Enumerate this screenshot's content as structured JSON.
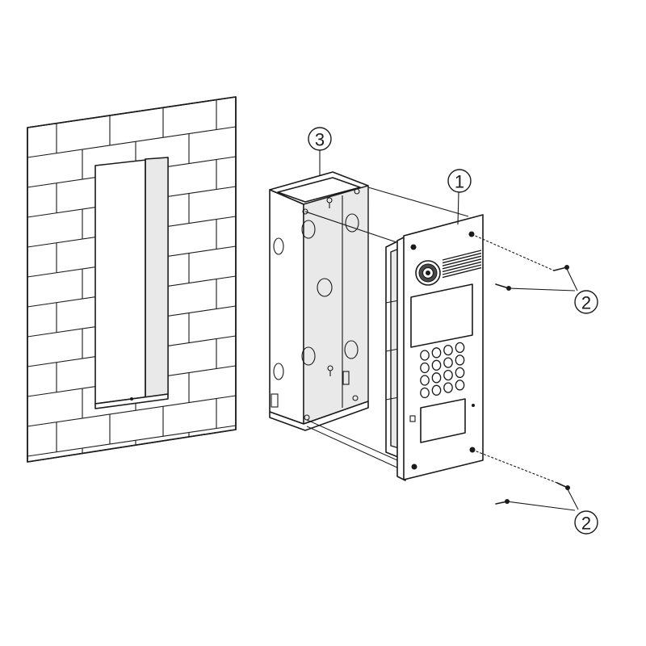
{
  "callouts": {
    "intercom_panel": "1",
    "screws_top": "2",
    "screws_bottom": "2",
    "back_box": "3"
  },
  "colors": {
    "line": "#1a1a1a",
    "background": "#ffffff"
  }
}
